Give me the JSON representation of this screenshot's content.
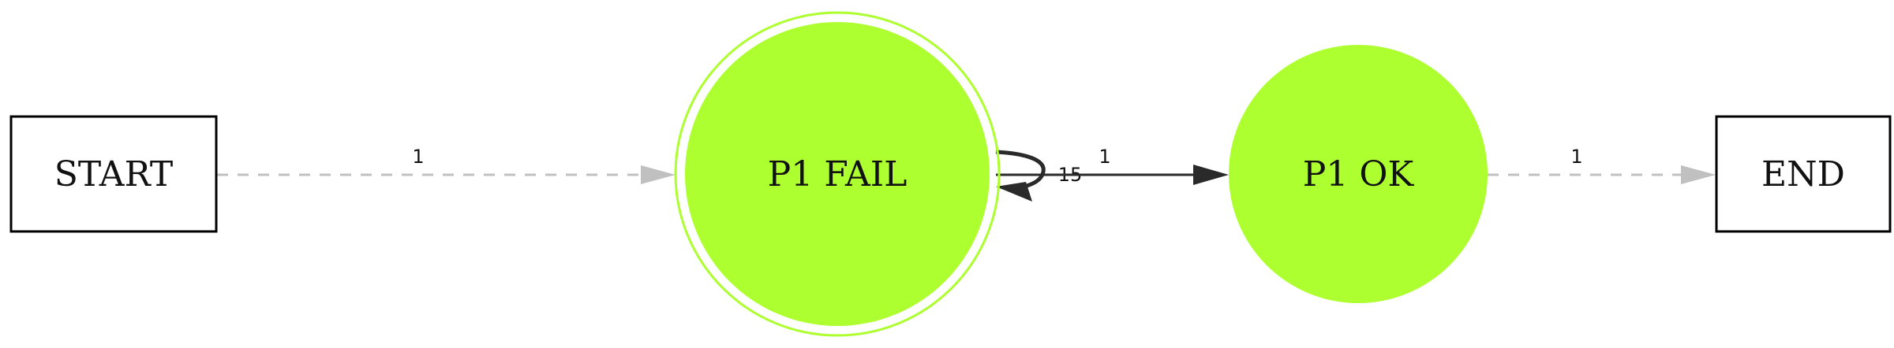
{
  "colors": {
    "background": "#ffffff",
    "node_fill": "#adff2f",
    "node_ring": "#adff2f",
    "box_stroke": "#000000",
    "edge_dark": "#2a2a2a",
    "edge_dashed": "#c0c0c0"
  },
  "nodes": {
    "start": {
      "label": "START"
    },
    "p1_fail": {
      "label": "P1 FAIL"
    },
    "p1_ok": {
      "label": "P1 OK"
    },
    "end": {
      "label": "END"
    }
  },
  "edges": {
    "start_to_fail": {
      "label": "1"
    },
    "fail_self_loop": {
      "label": "15"
    },
    "fail_to_ok": {
      "label": "1"
    },
    "ok_to_end": {
      "label": "1"
    }
  }
}
